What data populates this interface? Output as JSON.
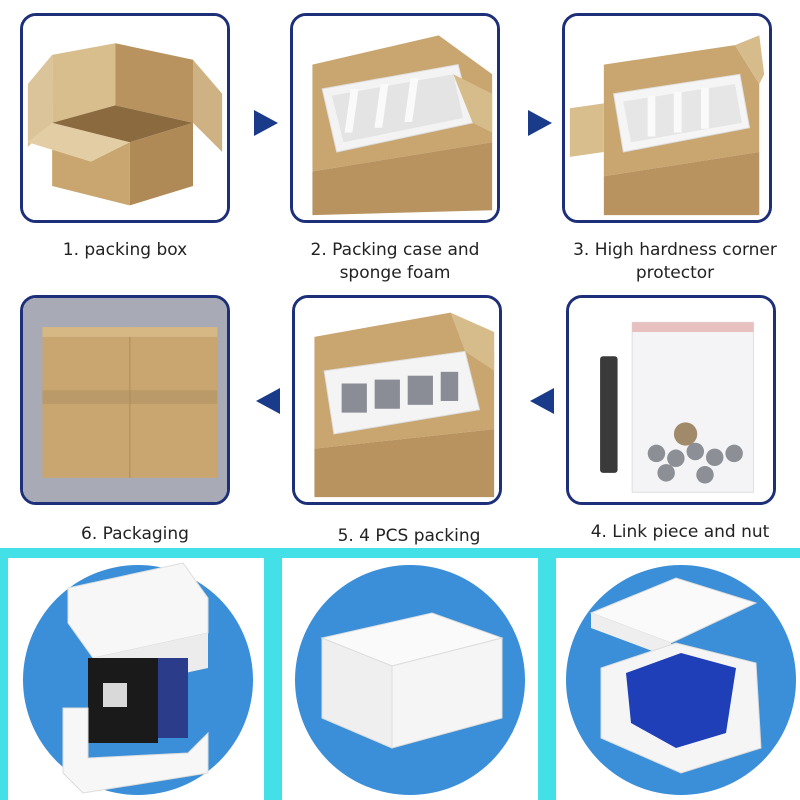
{
  "steps": {
    "s1": {
      "caption": "1. packing box"
    },
    "s2": {
      "caption_line1": "2. Packing case and",
      "caption_line2": "sponge foam"
    },
    "s3": {
      "caption_line1": "3. High hardness corner",
      "caption_line2": "protector"
    },
    "s4": {
      "caption": "4. Link piece and nut"
    },
    "s5": {
      "caption": "5. 4 PCS packing"
    },
    "s6": {
      "caption": "6. Packaging"
    }
  },
  "colors": {
    "frame": "#1e2f7a",
    "arrow": "#1a3a8a",
    "band": "#44e0e8",
    "cardboard": "#c9a56f",
    "foam": "#ffffff",
    "circle": "#3b8fd8"
  }
}
